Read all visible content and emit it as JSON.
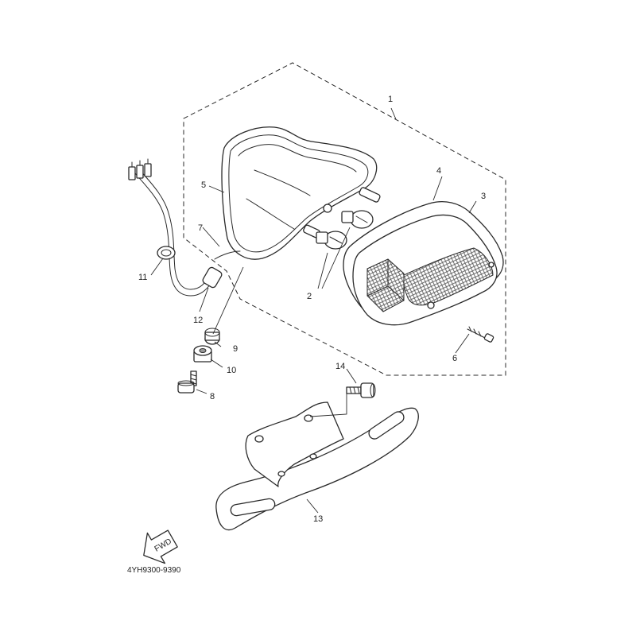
{
  "diagram": {
    "reference_code": "4YH9300-9390",
    "fwd_label": "FWD",
    "callouts": [
      {
        "id": "1",
        "text": "1"
      },
      {
        "id": "2",
        "text": "2"
      },
      {
        "id": "3",
        "text": "3"
      },
      {
        "id": "4",
        "text": "4"
      },
      {
        "id": "5",
        "text": "5"
      },
      {
        "id": "6",
        "text": "6"
      },
      {
        "id": "7",
        "text": "7"
      },
      {
        "id": "8",
        "text": "8"
      },
      {
        "id": "9",
        "text": "9"
      },
      {
        "id": "10",
        "text": "10"
      },
      {
        "id": "11",
        "text": "11"
      },
      {
        "id": "12",
        "text": "12"
      },
      {
        "id": "13",
        "text": "13"
      },
      {
        "id": "14",
        "text": "14"
      }
    ]
  }
}
